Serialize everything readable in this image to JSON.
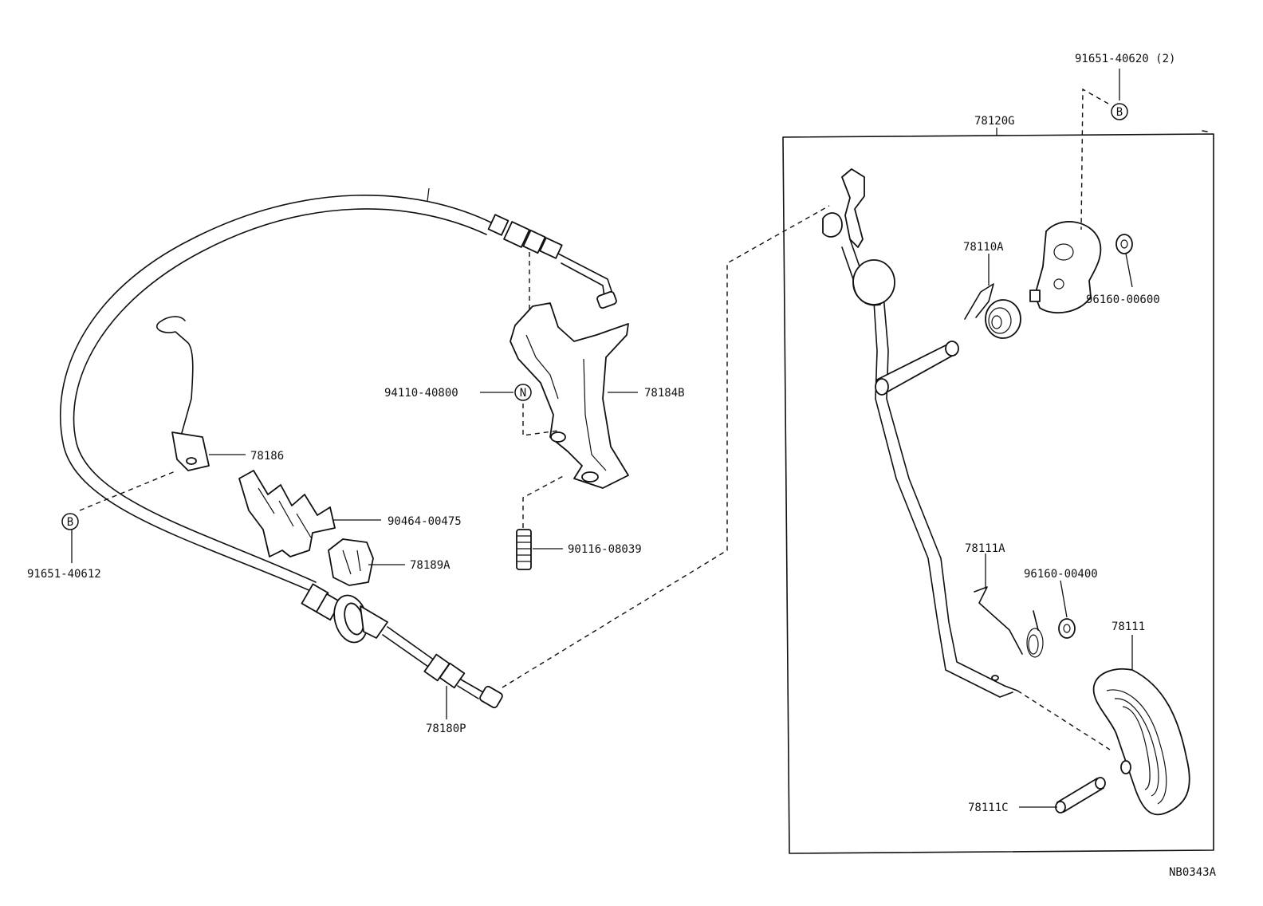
{
  "labels": {
    "p91651_40620": "91651-40620 (2)",
    "p78120G": "78120G",
    "p78110A": "78110A",
    "p96160_00600": "96160-00600",
    "p78184B": "78184B",
    "p94110_40800": "94110-40800",
    "p78186": "78186",
    "p90464_00475": "90464-00475",
    "p91651_40612": "91651-40612",
    "p78189A": "78189A",
    "p90116_08039": "90116-08039",
    "p78180P": "78180P",
    "p78111A": "78111A",
    "p96160_00400": "96160-00400",
    "p78111": "78111",
    "p78111C": "78111C",
    "diagram_code": "NB0343A"
  },
  "markers": {
    "b_top": "B",
    "b_left": "B",
    "n_mark": "N"
  }
}
